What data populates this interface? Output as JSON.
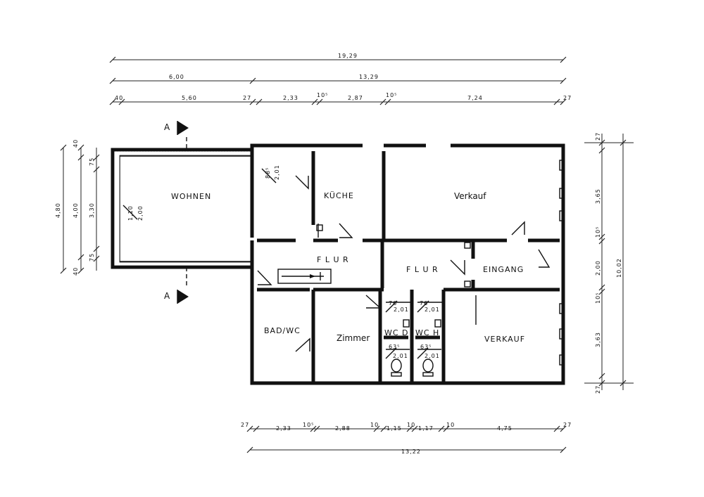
{
  "rooms": {
    "wohnen": "WOHNEN",
    "kueche": "KÜCHE",
    "verkauf_top": "Verkauf",
    "flur_left": "F L U R",
    "flur_right": "F L U R",
    "eingang": "EINGANG",
    "bad_wc": "BAD/WC",
    "zimmer": "Zimmer",
    "wc_d": "WC  D",
    "wc_h": "WC  H",
    "verkauf_bottom": "VERKAUF"
  },
  "section_markers": {
    "top": "A",
    "bottom": "A"
  },
  "dims_top": {
    "total": "19,29",
    "left": "6,00",
    "right": "13,29",
    "seg1": "40",
    "seg2": "5,60",
    "seg3": "27",
    "seg4": "2,33",
    "seg5": "10⁵",
    "seg6": "2,87",
    "seg7": "10⁵",
    "seg8": "7,24",
    "seg9": "27"
  },
  "dims_bottom": {
    "seg1": "27",
    "seg2": "2,33",
    "seg3": "10⁵",
    "seg4": "2,88",
    "seg5": "10",
    "seg6": "1,15",
    "seg7": "10",
    "seg8": "1,17",
    "seg9": "10",
    "seg10": "4,75",
    "seg11": "27",
    "total": "13,22"
  },
  "dims_left": {
    "outer": "4,80",
    "inner": "4,00",
    "mid": "3,30",
    "top40": "40",
    "top75": "75",
    "bot75": "75",
    "bot40": "40"
  },
  "dims_right": {
    "total": "10,02",
    "top27": "27",
    "seg365": "3,65",
    "seg10a": "10⁵",
    "seg200": "2,00",
    "seg10b": "10⁵",
    "seg363": "3,63",
    "bot27": "27"
  },
  "openings": {
    "win_wohnen_a": "1,10",
    "win_wohnen_b": "2,00",
    "door_small_a": "88⁵",
    "door_small_b": "2,01",
    "wc1_top_a": "76",
    "wc1_top_b": "2,01",
    "wc2_top_a": "76",
    "wc2_top_b": "2,01",
    "wc1_bot_a": "63⁵",
    "wc1_bot_b": "2,01",
    "wc2_bot_a": "63⁵",
    "wc2_bot_b": "2,01"
  }
}
